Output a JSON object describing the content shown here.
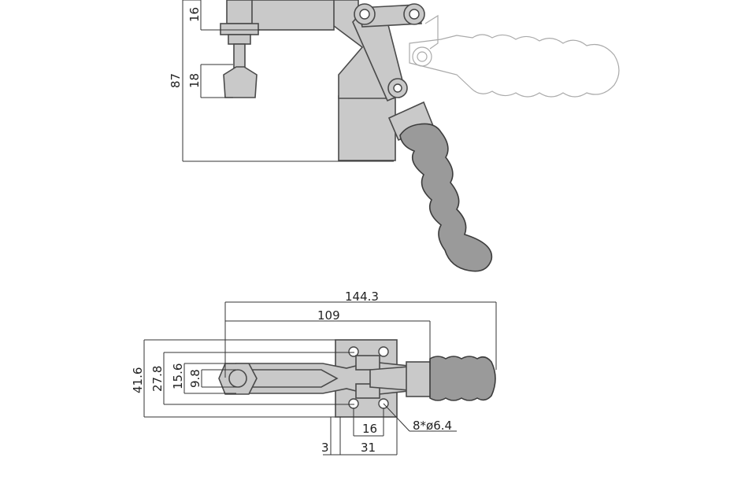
{
  "side_view": {
    "dims": {
      "d16": "16",
      "d18": "18",
      "d87": "87"
    }
  },
  "top_view": {
    "dims": {
      "d144": "144.3",
      "d109": "109",
      "d41": "41.6",
      "d27": "27.8",
      "d15": "15.6",
      "d9": "9.8",
      "d16b": "16",
      "d3": "3",
      "d31": "31",
      "holes": "8*ø6.4"
    }
  }
}
